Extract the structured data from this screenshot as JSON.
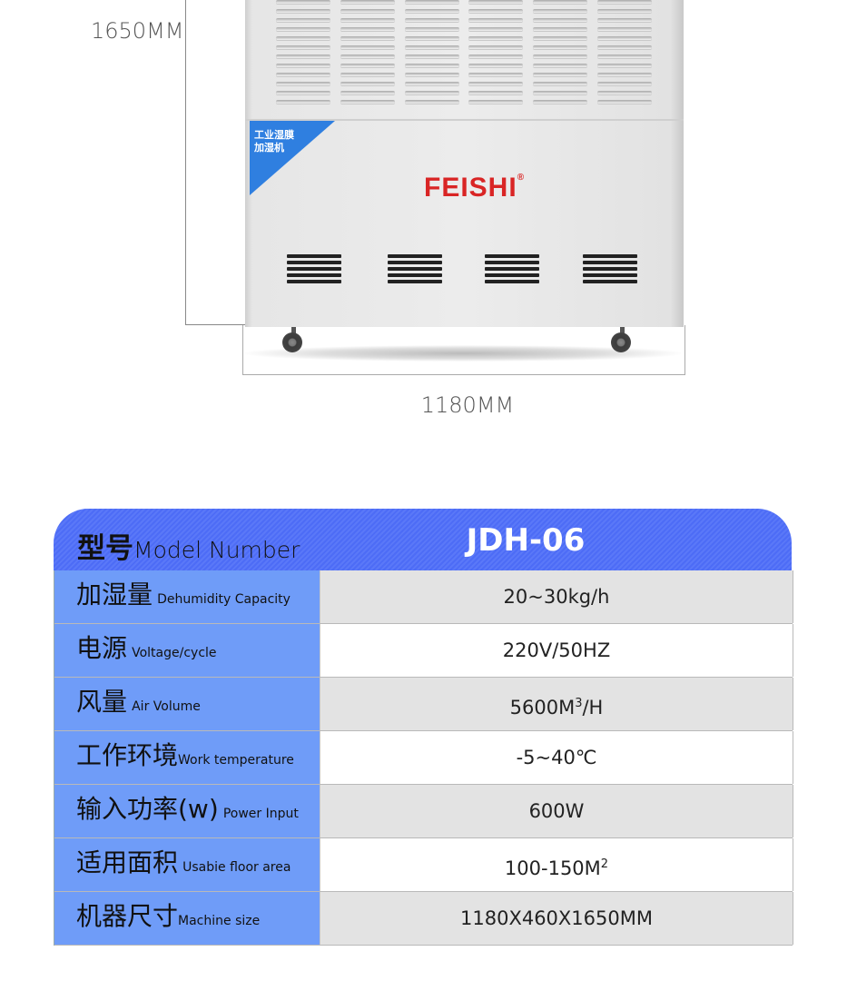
{
  "dimensions": {
    "height": "1650MM",
    "width": "1180MM"
  },
  "product": {
    "badge_line1": "工业湿膜",
    "badge_line2": "加湿机",
    "brand": "FEISHI",
    "brand_mark": "®"
  },
  "spec": {
    "header": {
      "label_cn": "型号",
      "label_en": "Model Number",
      "value": "JDH-06"
    },
    "rows": [
      {
        "label_cn": "加湿量",
        "label_en": "Dehumidity Capacity",
        "value": "20~30kg/h",
        "value_sup": ""
      },
      {
        "label_cn": "电源",
        "label_en": "Voltage/cycle",
        "value": "220V/50HZ",
        "value_sup": ""
      },
      {
        "label_cn": "风量",
        "label_en": "Air Volume",
        "value": "5600M",
        "value_sup": "3",
        "value_tail": "/H"
      },
      {
        "label_cn": "工作环境",
        "label_en": "Work temperature",
        "value": "-5~40℃",
        "value_sup": ""
      },
      {
        "label_cn": "输入功率(w)",
        "label_en": "Power Input",
        "value": "600W",
        "value_sup": ""
      },
      {
        "label_cn": "适用面积",
        "label_en": "Usabie floor area",
        "value": "100-150M",
        "value_sup": "2"
      },
      {
        "label_cn": "机器尺寸",
        "label_en": "Machine size",
        "value": "1180X460X1650MM",
        "value_sup": ""
      }
    ]
  }
}
